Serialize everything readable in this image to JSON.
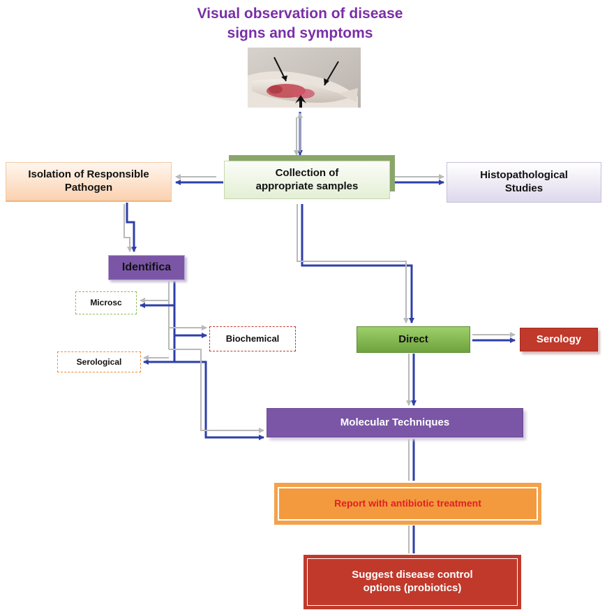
{
  "title": {
    "line1": "Visual observation of disease",
    "line2": "signs and symptoms"
  },
  "nodes": {
    "collection": {
      "line1": "Collection of",
      "line2": "appropriate samples"
    },
    "isolation": {
      "line1": "Isolation of Responsible",
      "line2": "Pathogen"
    },
    "histopathology": {
      "line1": "Histopathological",
      "line2": "Studies"
    },
    "identification": "Identifica",
    "microscopy": "Microsc",
    "biochemical": "Biochemical",
    "serological": "Serological",
    "direct": "Direct",
    "serology": "Serology",
    "molecular": "Molecular Techniques",
    "report": "Report with antibiotic treatment",
    "suggest": {
      "line1": "Suggest disease control",
      "line2": "options (probiotics)"
    }
  },
  "colors": {
    "title": "#7a2fa6",
    "arrow_primary": "#2e3fa8",
    "arrow_secondary": "#b9b9b9",
    "purple_box": "#7b56a6",
    "red_box": "#c0392b",
    "orange_box": "#f39a3f",
    "green_box": "#7fb84a"
  },
  "photo": {
    "icon": "fish-lesion-photo"
  }
}
